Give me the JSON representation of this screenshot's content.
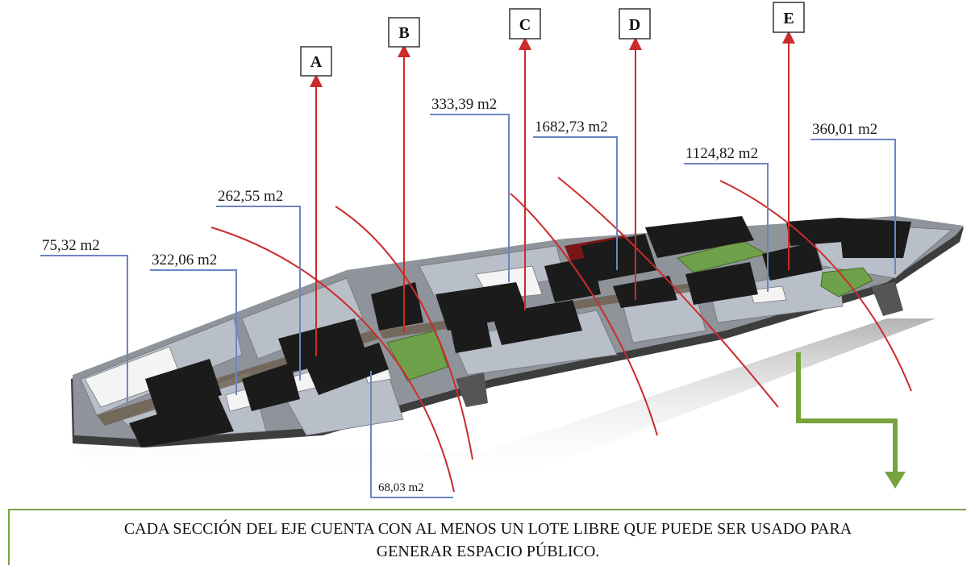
{
  "sections": [
    "A",
    "B",
    "C",
    "D",
    "E"
  ],
  "areas": [
    {
      "id": "lot-1",
      "label": "75,32 m2"
    },
    {
      "id": "lot-2",
      "label": "322,06 m2"
    },
    {
      "id": "lot-3",
      "label": "262,55 m2"
    },
    {
      "id": "lot-4",
      "label": "68,03 m2"
    },
    {
      "id": "lot-5",
      "label": "333,39 m2"
    },
    {
      "id": "lot-6",
      "label": "1682,73 m2"
    },
    {
      "id": "lot-7",
      "label": "1124,82 m2"
    },
    {
      "id": "lot-8",
      "label": "360,01 m2"
    }
  ],
  "caption": {
    "line1": "CADA SECCIÓN DEL EJE CUENTA CON AL MENOS UN LOTE LIBRE QUE PUEDE SER USADO PARA",
    "line2": "GENERAR ESPACIO PÚBLICO."
  },
  "colors": {
    "leader_blue": "#6b86c2",
    "section_red": "#cc2b2b",
    "green": "#76a33e",
    "building": "#1b1b1b",
    "lot_gray": "#b9bfc8",
    "free_lot_white": "#f4f4f4"
  }
}
